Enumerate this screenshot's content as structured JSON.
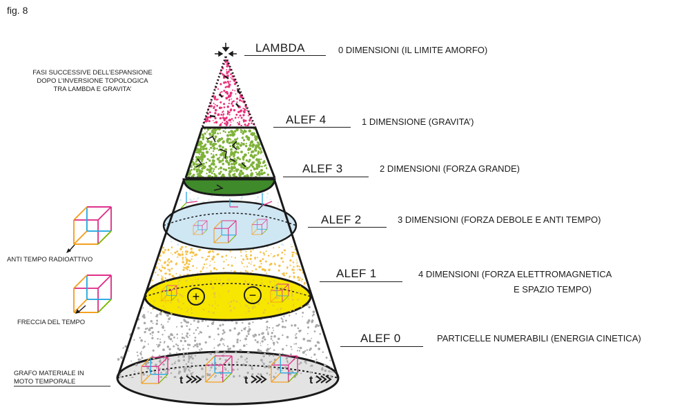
{
  "figure_label": "fig. 8",
  "levels": [
    {
      "name": "LAMBDA",
      "description": "0 DIMENSIONI   (IL LIMITE AMORFO)"
    },
    {
      "name": "ALEF 4",
      "description": "1 DIMENSIONE   (GRAVITA’)"
    },
    {
      "name": "ALEF 3",
      "description": "2 DIMENSIONI   (FORZA GRANDE)"
    },
    {
      "name": "ALEF 2",
      "description": "3 DIMENSIONI   (FORZA DEBOLE E ANTI TEMPO)"
    },
    {
      "name": "ALEF 1",
      "description": "4 DIMENSIONI   (FORZA ELETTROMAGNETICA",
      "description_line2": "E SPAZIO TEMPO)"
    },
    {
      "name": "ALEF 0",
      "description": "PARTICELLE NUMERABILI (ENERGIA CINETICA)"
    }
  ],
  "side_notes": {
    "expansion": [
      "FASI SUCCESSIVE  DELL’ESPANSIONE",
      "DOPO L’INVERSIONE TOPOLOGICA",
      "TRA LAMBDA E GRAVITA’"
    ],
    "anti_tempo": "ANTI TEMPO RADIOATTIVO",
    "freccia": "FRECCIA DEL TEMPO",
    "grafo": [
      "GRAFO MATERIALE IN",
      "MOTO TEMPORALE"
    ]
  },
  "symbols": {
    "plus": "+",
    "minus": "−",
    "time": "t"
  },
  "colors": {
    "lambda_dots": "#e8337d",
    "alef4_dots": "#7fb23a",
    "alef3_disc": "#3f8a2a",
    "alef2_disc": "#cfe6f3",
    "alef1_dots": "#f5c24a",
    "alef1_disc": "#f7e600",
    "alef0_dots": "#a9a9a9",
    "base_disc": "#e3e3e3"
  }
}
